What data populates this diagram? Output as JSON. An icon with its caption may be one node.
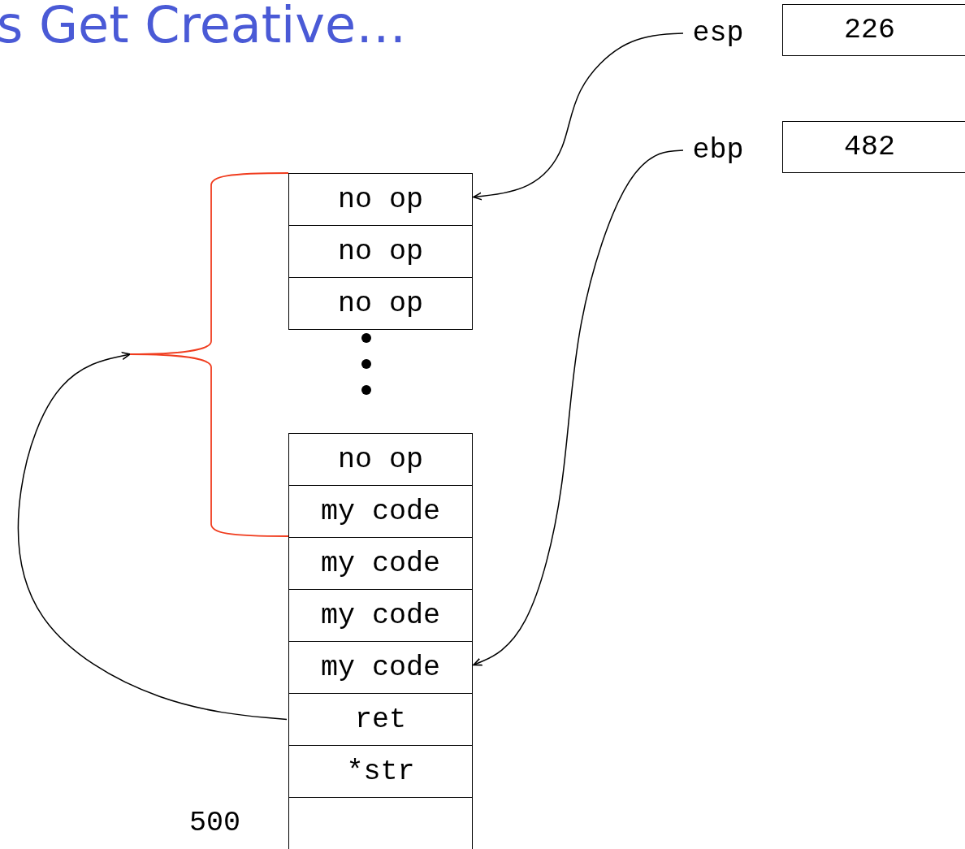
{
  "diagram": {
    "title": "s Get Creative…",
    "nodes": [
      {
        "text": [
          "esp"
        ]
      },
      {
        "text": [
          "226"
        ]
      },
      {
        "text": [
          "ebp"
        ]
      },
      {
        "text": [
          "482"
        ]
      },
      {
        "text": [],
        "shape": "bracket"
      },
      {
        "text": [
          "no op"
        ]
      },
      {
        "text": [
          "no op"
        ]
      },
      {
        "text": [
          "no op"
        ]
      },
      {
        "text": [
          "no op"
        ]
      },
      {
        "text": [
          "my code"
        ]
      },
      {
        "text": [
          "my code"
        ]
      },
      {
        "text": [
          "my code"
        ]
      },
      {
        "text": [
          "my code"
        ]
      },
      {
        "text": [
          "ret"
        ]
      },
      {
        "text": [
          "*str"
        ]
      },
      {
        "text": [],
        "shape": "box",
        "beside": [
          "500"
        ]
      }
    ],
    "edges": [
      {
        "from": 0,
        "to": 5,
        "arrow": "to"
      },
      {
        "from": 2,
        "to": 12,
        "arrow": "to"
      },
      {
        "from": 13,
        "to": 4,
        "arrow": "to"
      }
    ]
  }
}
